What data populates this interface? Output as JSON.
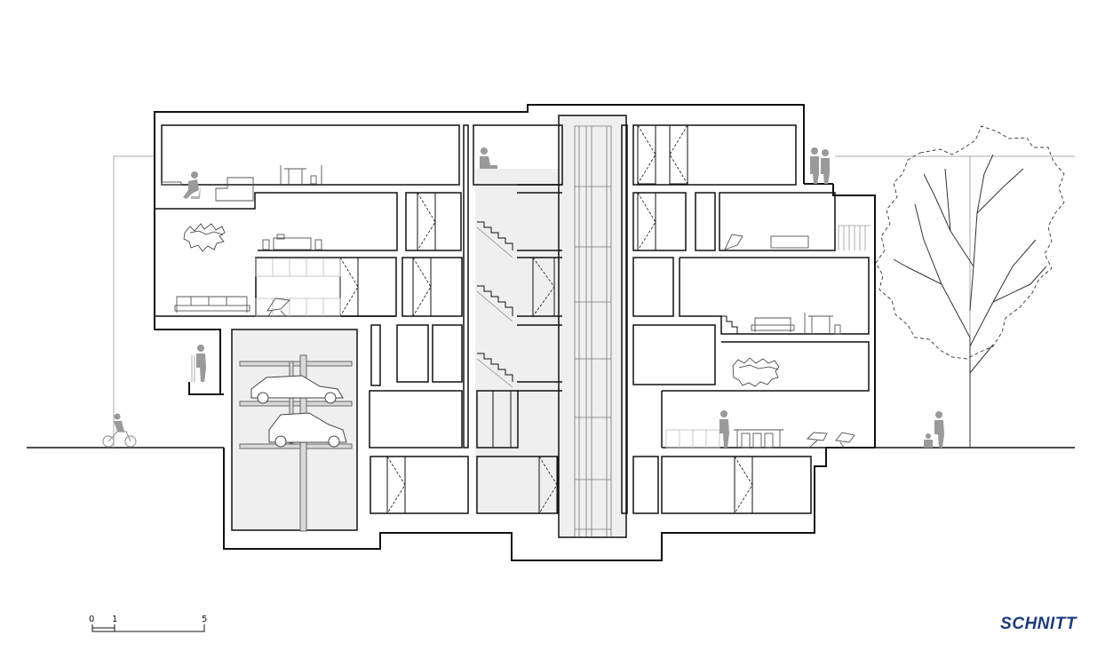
{
  "title": "SCHNITT",
  "scale_bar": {
    "labels": [
      "0",
      "1",
      "5"
    ]
  },
  "colors": {
    "title": "#1f3a7a",
    "line": "#111111",
    "fill_gray": "#efefef",
    "figure_gray": "#9a9a9a",
    "light_line": "#a8a8a8"
  },
  "legend_icons": [
    "person-icon",
    "cyclist-icon",
    "car-icon",
    "tree-icon",
    "stair-icon",
    "bed-icon",
    "sofa-icon",
    "table-icon",
    "chair-icon"
  ]
}
